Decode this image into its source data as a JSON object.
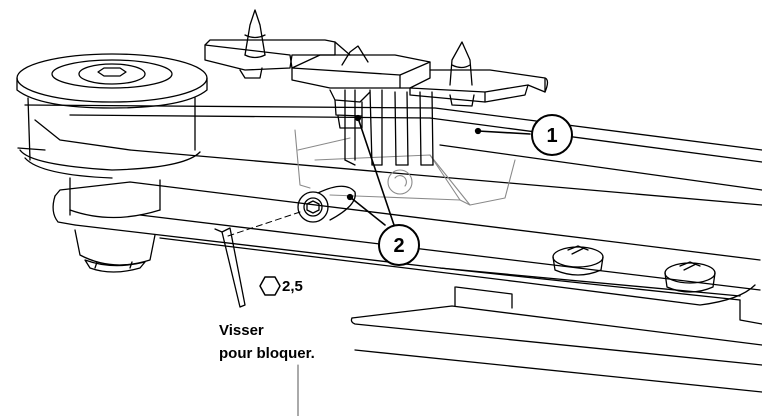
{
  "callouts": [
    {
      "number": "1"
    },
    {
      "number": "2"
    }
  ],
  "hex_key": {
    "icon": "hexagon-icon",
    "size_label": "2,5"
  },
  "instruction": {
    "line1": "Visser",
    "line2": "pour bloquer."
  },
  "colors": {
    "ink": "#000000",
    "light_ink": "#8a8a8a",
    "background": "#ffffff"
  }
}
